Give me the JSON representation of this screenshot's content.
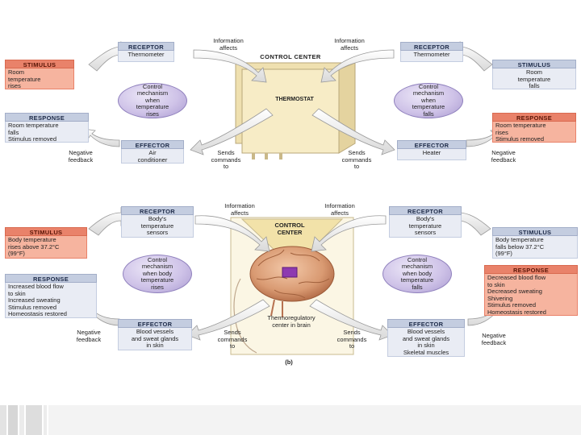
{
  "top": {
    "control_center": "CONTROL CENTER",
    "thermostat": "THERMOSTAT",
    "info_left": "Information\naffects",
    "info_right": "Information\naffects",
    "left": {
      "receptor_header": "RECEPTOR",
      "receptor_body": "Thermometer",
      "stimulus_header": "STIMULUS",
      "stimulus_body": "Room\ntemperature\nrises",
      "response_header": "RESPONSE",
      "response_body": "Room temperature\nfalls\nStimulus removed",
      "effector_header": "EFFECTOR",
      "effector_body": "Air\nconditioner",
      "mechanism": "Control\nmechanism\nwhen\ntemperature\nrises",
      "feedback": "Negative\nfeedback",
      "sends": "Sends\ncommands\nto"
    },
    "right": {
      "receptor_header": "RECEPTOR",
      "receptor_body": "Thermometer",
      "stimulus_header": "STIMULUS",
      "stimulus_body": "Room\ntemperature\nfalls",
      "response_header": "RESPONSE",
      "response_body": "Room temperature\nrises\nStimulus removed",
      "effector_header": "EFFECTOR",
      "effector_body": "Heater",
      "mechanism": "Control\nmechanism\nwhen\ntemperature\nfalls",
      "feedback": "Negative\nfeedback",
      "sends": "Sends\ncommands\nto"
    }
  },
  "bottom": {
    "control_center": "CONTROL\nCENTER",
    "thermoregulatory": "Thermoregulatory\ncenter in brain",
    "info_left": "Information\naffects",
    "info_right": "Information\naffects",
    "panel_label": "(b)",
    "left": {
      "receptor_header": "RECEPTOR",
      "receptor_body": "Body's\ntemperature\nsensors",
      "stimulus_header": "STIMULUS",
      "stimulus_body": "Body temperature\nrises above 37.2°C\n(99°F)",
      "response_header": "RESPONSE",
      "response_body": "Increased blood flow\nto skin\nIncreased sweating\nStimulus removed\nHomeostasis restored",
      "effector_header": "EFFECTOR",
      "effector_body": "Blood vessels\nand sweat glands\nin skin",
      "mechanism": "Control\nmechanism\nwhen body\ntemperature\nrises",
      "feedback": "Negative\nfeedback",
      "sends": "Sends\ncommands\nto"
    },
    "right": {
      "receptor_header": "RECEPTOR",
      "receptor_body": "Body's\ntemperature\nsensors",
      "stimulus_header": "STIMULUS",
      "stimulus_body": "Body temperature\nfalls below 37.2°C\n(99°F)",
      "response_header": "RESPONSE",
      "response_body": "Decreased blood flow\nto skin\nDecreased sweating\nShivering\nStimulus removed\nHomeostasis restored",
      "effector_header": "EFFECTOR",
      "effector_body": "Blood vessels\nand sweat glands\nin skin\nSkeletal muscles",
      "mechanism": "Control\nmechanism\nwhen body\ntemperature\nfalls",
      "feedback": "Negative\nfeedback",
      "sends": "Sends\ncommands\nto"
    }
  },
  "colors": {
    "receptor_blue": "#c4cde0",
    "response_red": "#e9826a",
    "oval_purple": "#cfc3e8",
    "thermostat_cream": "#f4e6b8"
  }
}
